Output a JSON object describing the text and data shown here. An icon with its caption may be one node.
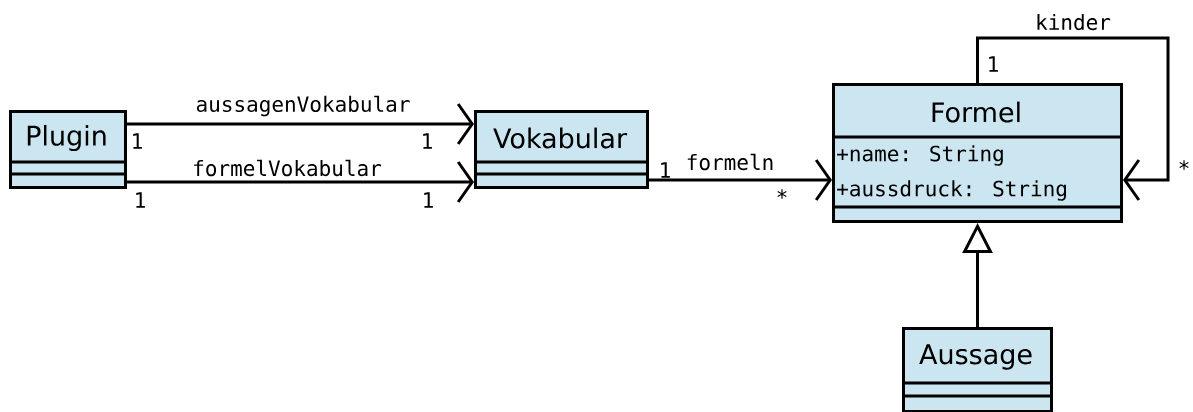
{
  "diagram": {
    "nodes": [
      {
        "text": [
          "Plugin"
        ]
      },
      {
        "text": [
          "Vokabular"
        ]
      },
      {
        "text": [
          "Formel",
          "+name: String",
          "+aussdruck: String"
        ]
      },
      {
        "text": [
          "Aussage"
        ]
      }
    ],
    "edges": [
      {
        "from": 0,
        "to": 1,
        "arrow": "to",
        "label": "aussagenVokabular"
      },
      {
        "from": 0,
        "to": 1,
        "arrow": "to",
        "label": "formelVokabular"
      },
      {
        "from": 1,
        "to": 2,
        "arrow": "to",
        "label": "formeln"
      },
      {
        "from": 2,
        "to": 2,
        "arrow": "to",
        "label": "kinder"
      },
      {
        "from": 3,
        "to": 2,
        "arrow": "to"
      }
    ],
    "labels": [
      "1",
      "1",
      "1",
      "*",
      "1",
      "*",
      "1",
      "1"
    ]
  }
}
